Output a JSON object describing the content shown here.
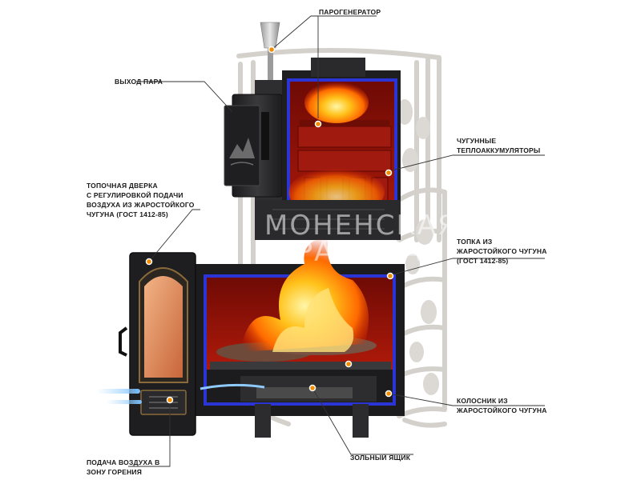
{
  "labels": {
    "steam_generator": "ПАРОГЕНЕРАТОР",
    "steam_outlet": "ВЫХОД ПАРА",
    "heat_accumulators": [
      "ЧУГУННЫЕ",
      "ТЕПЛОАККУМУЛЯТОРЫ"
    ],
    "firebox_door": [
      "ТОПОЧНАЯ ДВЕРКА",
      "С РЕГУЛИРОВКОЙ ПОДАЧИ",
      "ВОЗДУХА ИЗ ЖАРОСТОЙКОГО",
      "ЧУГУНА (ГОСТ 1412-85)"
    ],
    "firebox": [
      "ТОПКА ИЗ",
      "ЖАРОСТОЙКОГО ЧУГУНА",
      "(ГОСТ 1412-85)"
    ],
    "grate": [
      "КОЛОСНИК ИЗ",
      "ЖАРОСТОЙКОГО ЧУГУНА"
    ],
    "ash_box": "ЗОЛЬНЫЙ ЯЩИК",
    "air_supply": [
      "ПОДАЧА ВОЗДУХА В",
      "ЗОНУ ГОРЕНИЯ"
    ]
  },
  "watermark": [
    "МОНЕНСКАЯ",
    "КЕРАМИКА"
  ],
  "colors": {
    "marker": "#f28c00",
    "leader": "#333333",
    "cast_iron": "#2a2a2c",
    "cut_edge": "#2b35d6",
    "chamber": "#8b0d06",
    "mesh": "#d4d1cc",
    "door_glass": "#d9864e"
  }
}
